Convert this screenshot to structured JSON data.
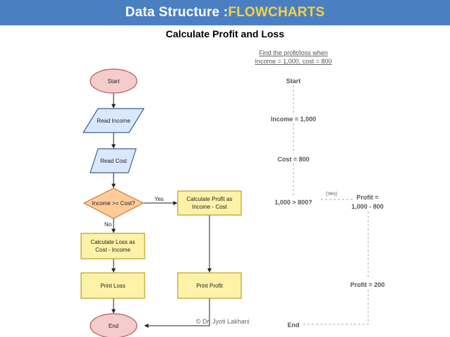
{
  "header": {
    "title_part1": "Data Structure : ",
    "title_part2": "FLOWCHARTS",
    "subtitle": "Calculate Profit and Loss"
  },
  "flowchart": {
    "start": "Start",
    "read_income": "Read Income",
    "read_cost": "Read Cost",
    "decision": "Income >= Cost?",
    "yes_label": "Yes",
    "no_label": "No",
    "calc_profit_line1": "Calculate Profit as",
    "calc_profit_line2": "Income - Cost",
    "calc_loss_line1": "Calculate Loss as",
    "calc_loss_line2": "Cost - Income",
    "print_loss": "Print Loss",
    "print_profit": "Print Profit",
    "end": "End"
  },
  "trace": {
    "heading_line1": "Find the profit/loss when",
    "heading_line2": "Income = 1,000, cost = 800",
    "start": "Start",
    "income": "Income = 1,000",
    "cost": "Cost = 800",
    "compare": "1,000 > 800?",
    "yes_label": "(Yes)",
    "profit_line1": "Profit =",
    "profit_line2": "1,000 - 800",
    "profit_result": "Profit = 200",
    "end": "End"
  },
  "footer": {
    "watermark": "© Dr. Jyoti Lakhani"
  },
  "colors": {
    "banner": "#4a80c2",
    "banner_accent": "#f6d23a",
    "terminal_fill": "#f4cccc",
    "terminal_stroke": "#b85450",
    "io_fill": "#dae8fc",
    "io_stroke": "#3f5f93",
    "decision_fill": "#ffcc99",
    "decision_stroke": "#c47a2c",
    "process_fill": "#fff2a8",
    "process_stroke": "#b8a020"
  }
}
